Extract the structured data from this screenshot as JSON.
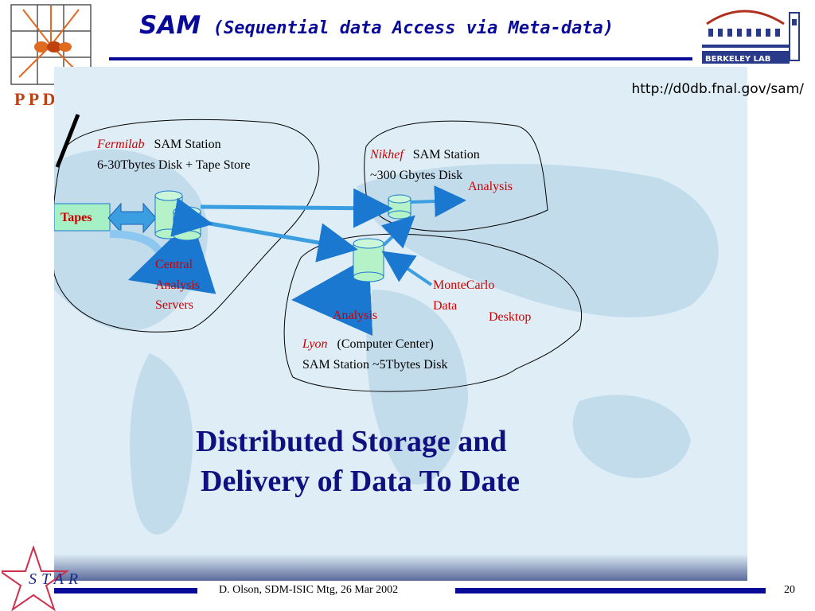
{
  "slide": {
    "title_main": "SAM",
    "title_sub": "(Sequential data Access via Meta-data)",
    "url": "http://d0db.fnal.gov/sam/",
    "footer": "D. Olson, SDM-ISIC Mtg, 26 Mar 2002",
    "page_number": "20"
  },
  "logos": {
    "left_top": "P P D G",
    "right_top": "BERKELEY LAB",
    "left_bottom": "STAR"
  },
  "diagram": {
    "fermilab": {
      "site": "Fermilab",
      "role": "SAM Station",
      "storage": "6-30Tbytes Disk + Tape Store"
    },
    "nikhef": {
      "site": "Nikhef",
      "role": "SAM Station",
      "storage": "~300 Gbytes Disk"
    },
    "lyon": {
      "site": "Lyon",
      "role": "(Computer Center)",
      "storage": "SAM Station ~5Tbytes Disk"
    },
    "tapes": "Tapes",
    "central_analysis": [
      "Central",
      "Analysis",
      "Servers"
    ],
    "nikhef_analysis": "Analysis",
    "lyon_analysis": "Analysis",
    "montecarlo": [
      "MonteCarlo",
      "Data"
    ],
    "desktop": "Desktop",
    "caption_line1": "Distributed Storage and",
    "caption_line2": "Delivery of Data To Date"
  },
  "colors": {
    "title_blue": "#0a0a9a",
    "map_bg": "#dfeef6",
    "map_land": "#b9d8e8",
    "disk_fill": "#b6f2c8",
    "arrow_fill": "#4aa3e0",
    "label_red": "#cc0000"
  }
}
